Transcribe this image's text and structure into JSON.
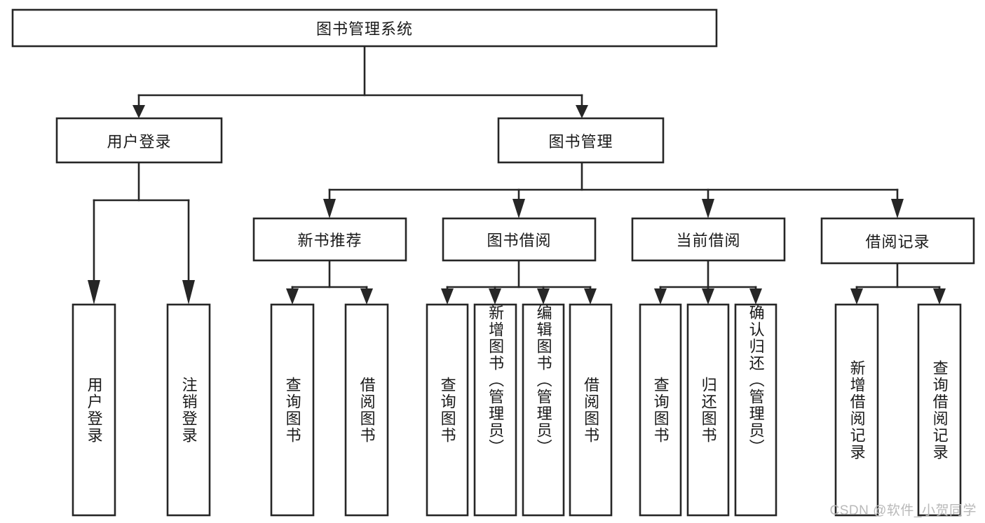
{
  "diagram": {
    "type": "tree-hierarchy",
    "title": "图书管理系统",
    "orientation": "top-down",
    "colors": {
      "stroke": "#262626",
      "fill": "#ffffff",
      "text": "#1a1a1a",
      "watermark": "#b9b9b9",
      "background": "#ffffff"
    },
    "root": {
      "id": "root",
      "label": "图书管理系统",
      "text_orientation": "horizontal"
    },
    "level2": [
      {
        "id": "user-login",
        "label": "用户登录",
        "text_orientation": "horizontal"
      },
      {
        "id": "book-manage",
        "label": "图书管理",
        "text_orientation": "horizontal"
      }
    ],
    "level3": [
      {
        "id": "new-book-recommend",
        "label": "新书推荐",
        "parent": "book-manage",
        "text_orientation": "horizontal"
      },
      {
        "id": "book-borrow",
        "label": "图书借阅",
        "parent": "book-manage",
        "text_orientation": "horizontal"
      },
      {
        "id": "current-borrow",
        "label": "当前借阅",
        "parent": "book-manage",
        "text_orientation": "horizontal"
      },
      {
        "id": "borrow-record",
        "label": "借阅记录",
        "parent": "book-manage",
        "text_orientation": "horizontal"
      }
    ],
    "leaves": [
      {
        "id": "leaf-user-login",
        "label": "用户登录",
        "parent": "user-login",
        "text_orientation": "vertical"
      },
      {
        "id": "leaf-logout",
        "label": "注销登录",
        "parent": "user-login",
        "text_orientation": "vertical"
      },
      {
        "id": "leaf-query-book-1",
        "label": "查询图书",
        "parent": "new-book-recommend",
        "text_orientation": "vertical"
      },
      {
        "id": "leaf-borrow-book-1",
        "label": "借阅图书",
        "parent": "new-book-recommend",
        "text_orientation": "vertical"
      },
      {
        "id": "leaf-query-book-2",
        "label": "查询图书",
        "parent": "book-borrow",
        "text_orientation": "vertical"
      },
      {
        "id": "leaf-add-book",
        "label": "新增图书（管理员）",
        "parent": "book-borrow",
        "text_orientation": "vertical"
      },
      {
        "id": "leaf-edit-book",
        "label": "编辑图书（管理员）",
        "parent": "book-borrow",
        "text_orientation": "vertical"
      },
      {
        "id": "leaf-borrow-book-2",
        "label": "借阅图书",
        "parent": "book-borrow",
        "text_orientation": "vertical"
      },
      {
        "id": "leaf-query-book-3",
        "label": "查询图书",
        "parent": "current-borrow",
        "text_orientation": "vertical"
      },
      {
        "id": "leaf-return-book",
        "label": "归还图书",
        "parent": "current-borrow",
        "text_orientation": "vertical"
      },
      {
        "id": "leaf-confirm-return",
        "label": "确认归还（管理员）",
        "parent": "current-borrow",
        "text_orientation": "vertical"
      },
      {
        "id": "leaf-add-record",
        "label": "新增借阅记录",
        "parent": "borrow-record",
        "text_orientation": "vertical"
      },
      {
        "id": "leaf-query-record",
        "label": "查询借阅记录",
        "parent": "borrow-record",
        "text_orientation": "vertical"
      }
    ],
    "watermark": "CSDN @软件_小贺同学"
  }
}
